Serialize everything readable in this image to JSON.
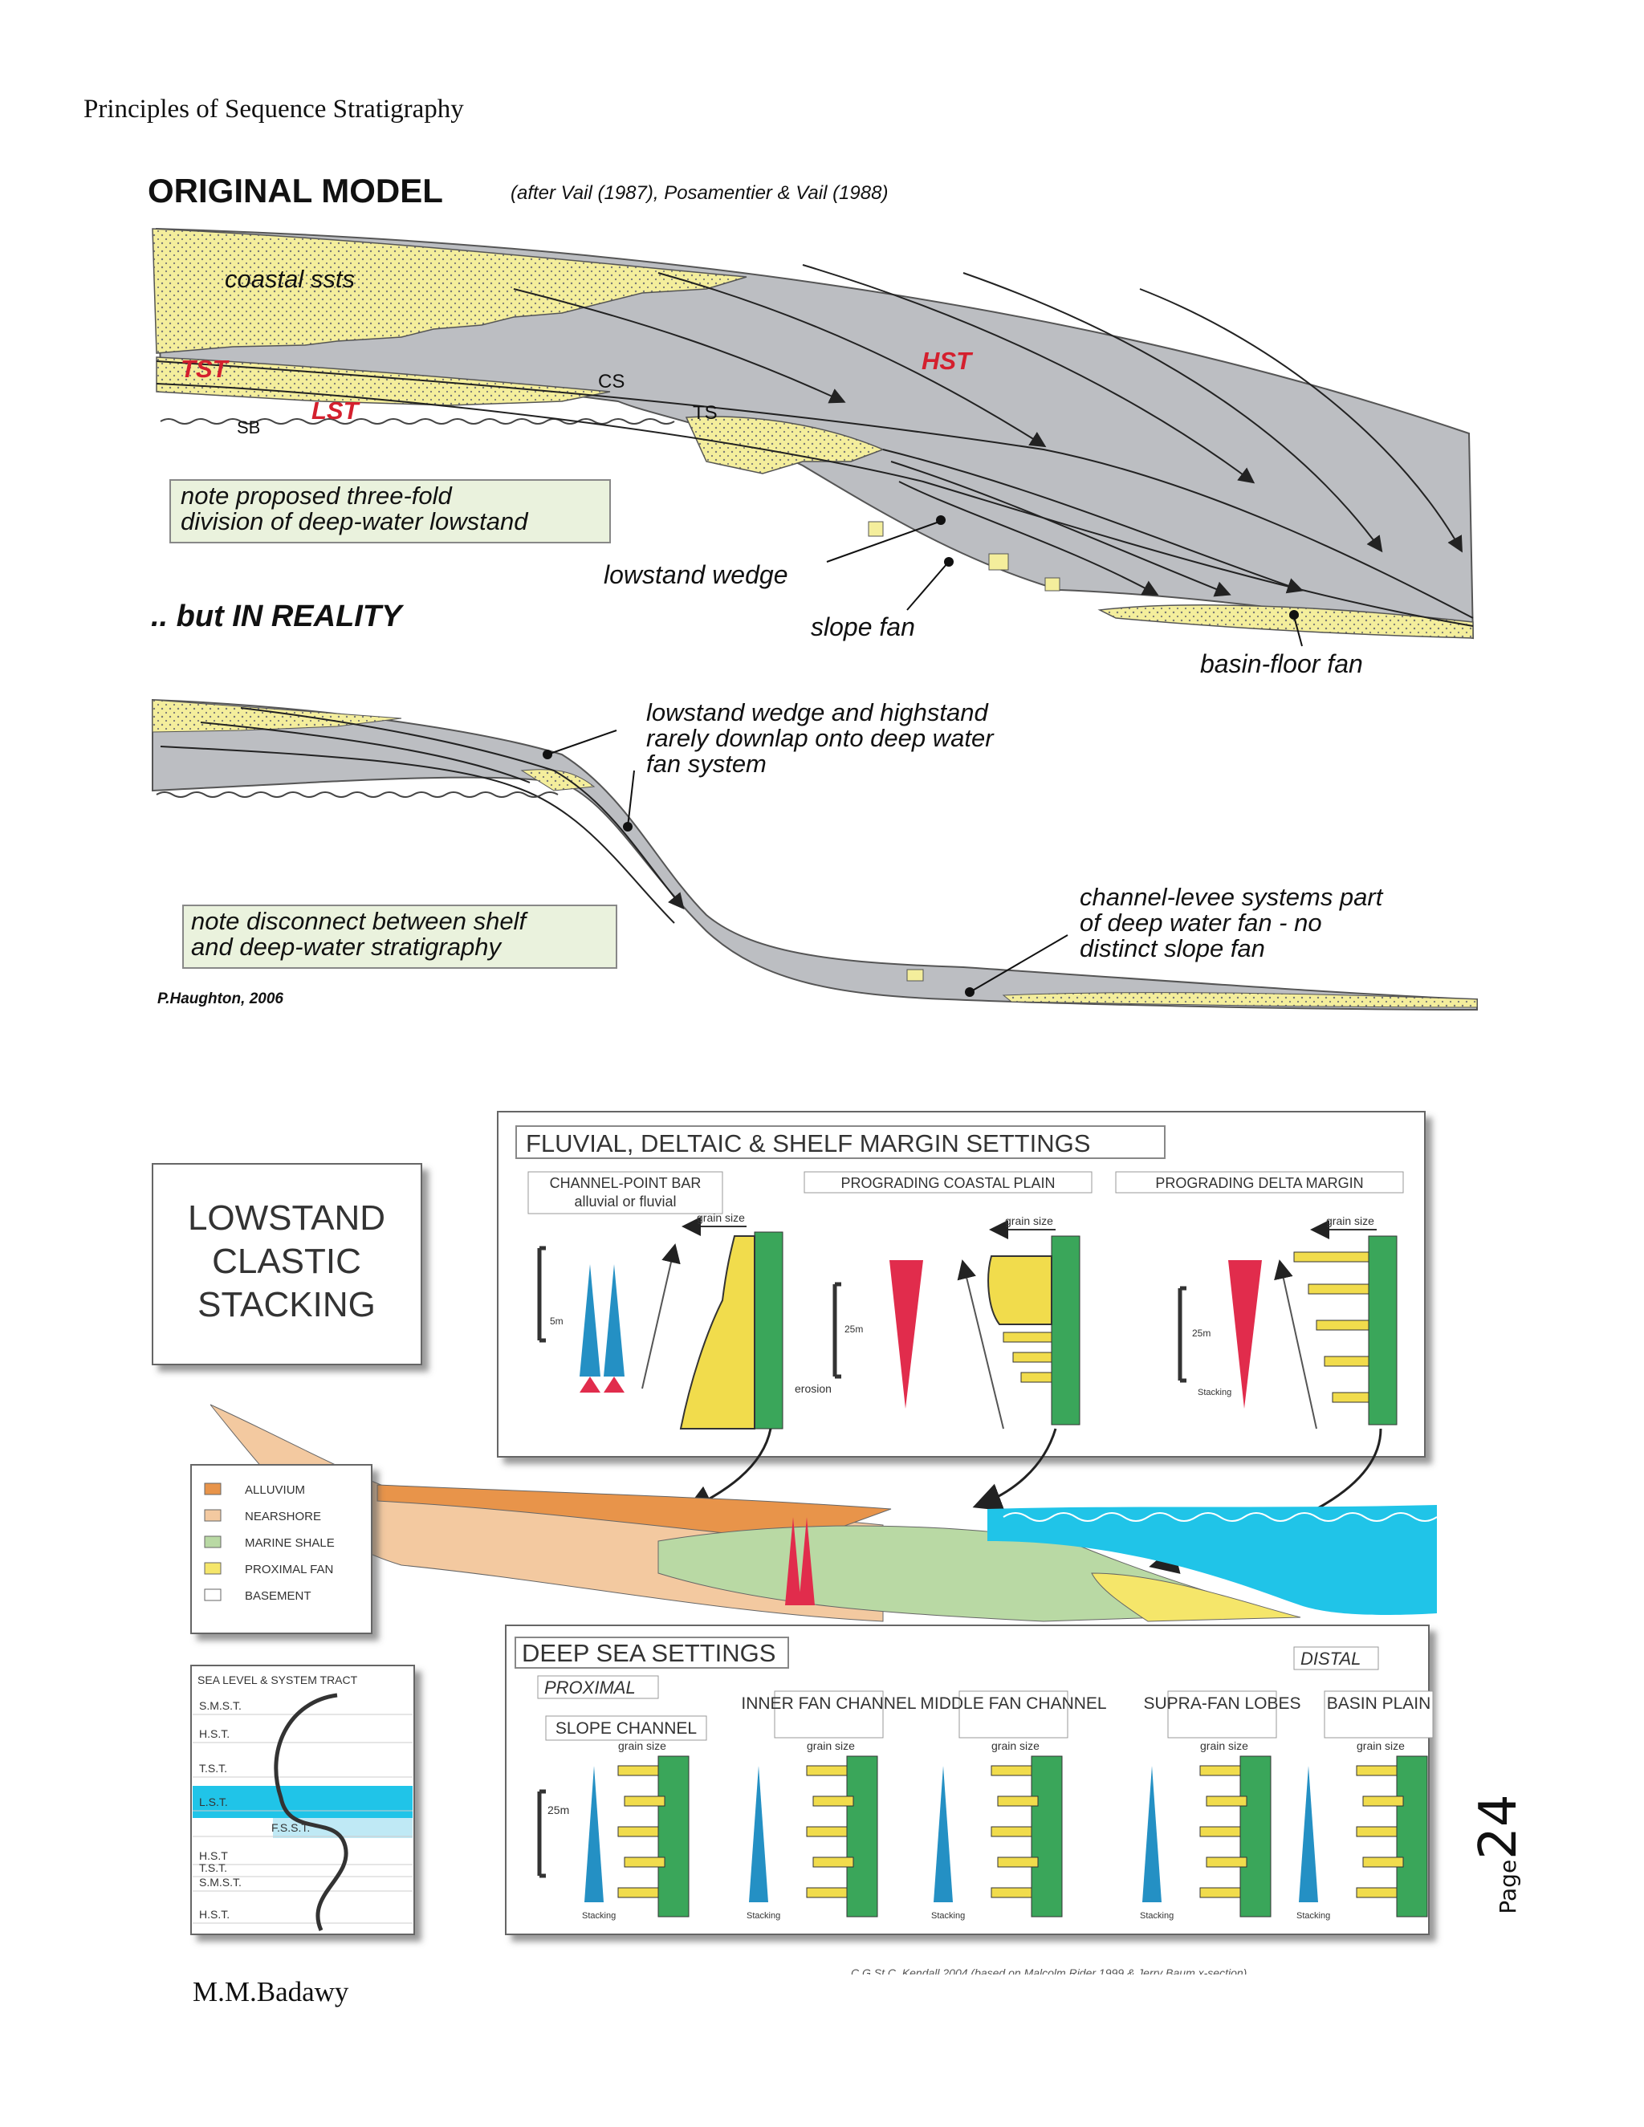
{
  "header": {
    "doc_title": "Principles of Sequence Stratigraphy"
  },
  "figure1": {
    "title": "ORIGINAL MODEL",
    "title_ref": "(after Vail (1987), Posamentier & Vail (1988)",
    "labels": {
      "coastal_ssts": "coastal ssts",
      "tst": "TST",
      "lst": "LST",
      "hst": "HST",
      "cs": "CS",
      "ts": "TS",
      "sb": "SB",
      "lowstand_wedge": "lowstand wedge",
      "slope_fan": "slope fan",
      "basin_floor_fan": "basin-floor fan"
    },
    "note_line1": "note proposed three-fold",
    "note_line2": "division of deep-water lowstand",
    "reality_title": ".. but IN REALITY",
    "reality_note1_line1": "lowstand wedge and highstand",
    "reality_note1_line2": "rarely downlap onto deep water",
    "reality_note1_line3": "fan system",
    "reality_note2_line1": "channel-levee systems part",
    "reality_note2_line2": "of deep water fan - no",
    "reality_note2_line3": "distinct slope fan",
    "disconnect_line1": "note disconnect between shelf",
    "disconnect_line2": "and deep-water stratigraphy",
    "credit": "P.Haughton, 2006"
  },
  "figure2": {
    "lowstand_title_1": "LOWSTAND",
    "lowstand_title_2": "CLASTIC",
    "lowstand_title_3": "STACKING",
    "fluvial_title": "FLUVIAL, DELTAIC & SHELF MARGIN SETTINGS",
    "col_channel_point_bar_1": "CHANNEL-POINT BAR",
    "col_channel_point_bar_2": "alluvial or fluvial",
    "col_prograding_coastal": "PROGRADING COASTAL PLAIN",
    "col_prograding_delta": "PROGRADING DELTA MARGIN",
    "grain_size": "grain size",
    "scale_5m": "5m",
    "scale_25m": "25m",
    "erosion": "erosion",
    "stacking": "Stacking",
    "legend": [
      "ALLUVIUM",
      "NEARSHORE",
      "MARINE SHALE",
      "PROXIMAL FAN",
      "BASEMENT"
    ],
    "legend_colors": [
      "#e8944a",
      "#f3c9a0",
      "#b9d9a4",
      "#f5e66a",
      "#ffffff"
    ],
    "sea_level_title": "SEA LEVEL & SYSTEM TRACT",
    "tracts": [
      "S.M.S.T.",
      "H.S.T.",
      "T.S.T.",
      "L.S.T.",
      "F.S.S.T.",
      "H.S.T",
      "T.S.T.",
      "S.M.S.T.",
      "H.S.T."
    ],
    "deep_sea_title": "DEEP SEA SETTINGS",
    "proximal": "PROXIMAL",
    "distal": "DISTAL",
    "deep_cols": [
      "SLOPE CHANNEL",
      "INNER FAN CHANNEL",
      "MIDDLE FAN CHANNEL",
      "SUPRA-FAN LOBES",
      "BASIN PLAIN"
    ],
    "credit": "C.G.St.C. Kendall 2004 (based on Malcolm Rider 1999 & Jerry Baum x-section)"
  },
  "footer": {
    "author": "M.M.Badawy",
    "page_word": "Page",
    "page_number": "24"
  },
  "colors": {
    "sand": "#f4ee9c",
    "grey": "#bcbec2",
    "red_label": "#d4202e",
    "note_bg": "#eaf2dd",
    "green_col": "#3aa65a",
    "yellow_bed": "#f1dc4c",
    "blue": "#2490c4",
    "red": "#e12c4c",
    "sea": "#20c4e8"
  }
}
